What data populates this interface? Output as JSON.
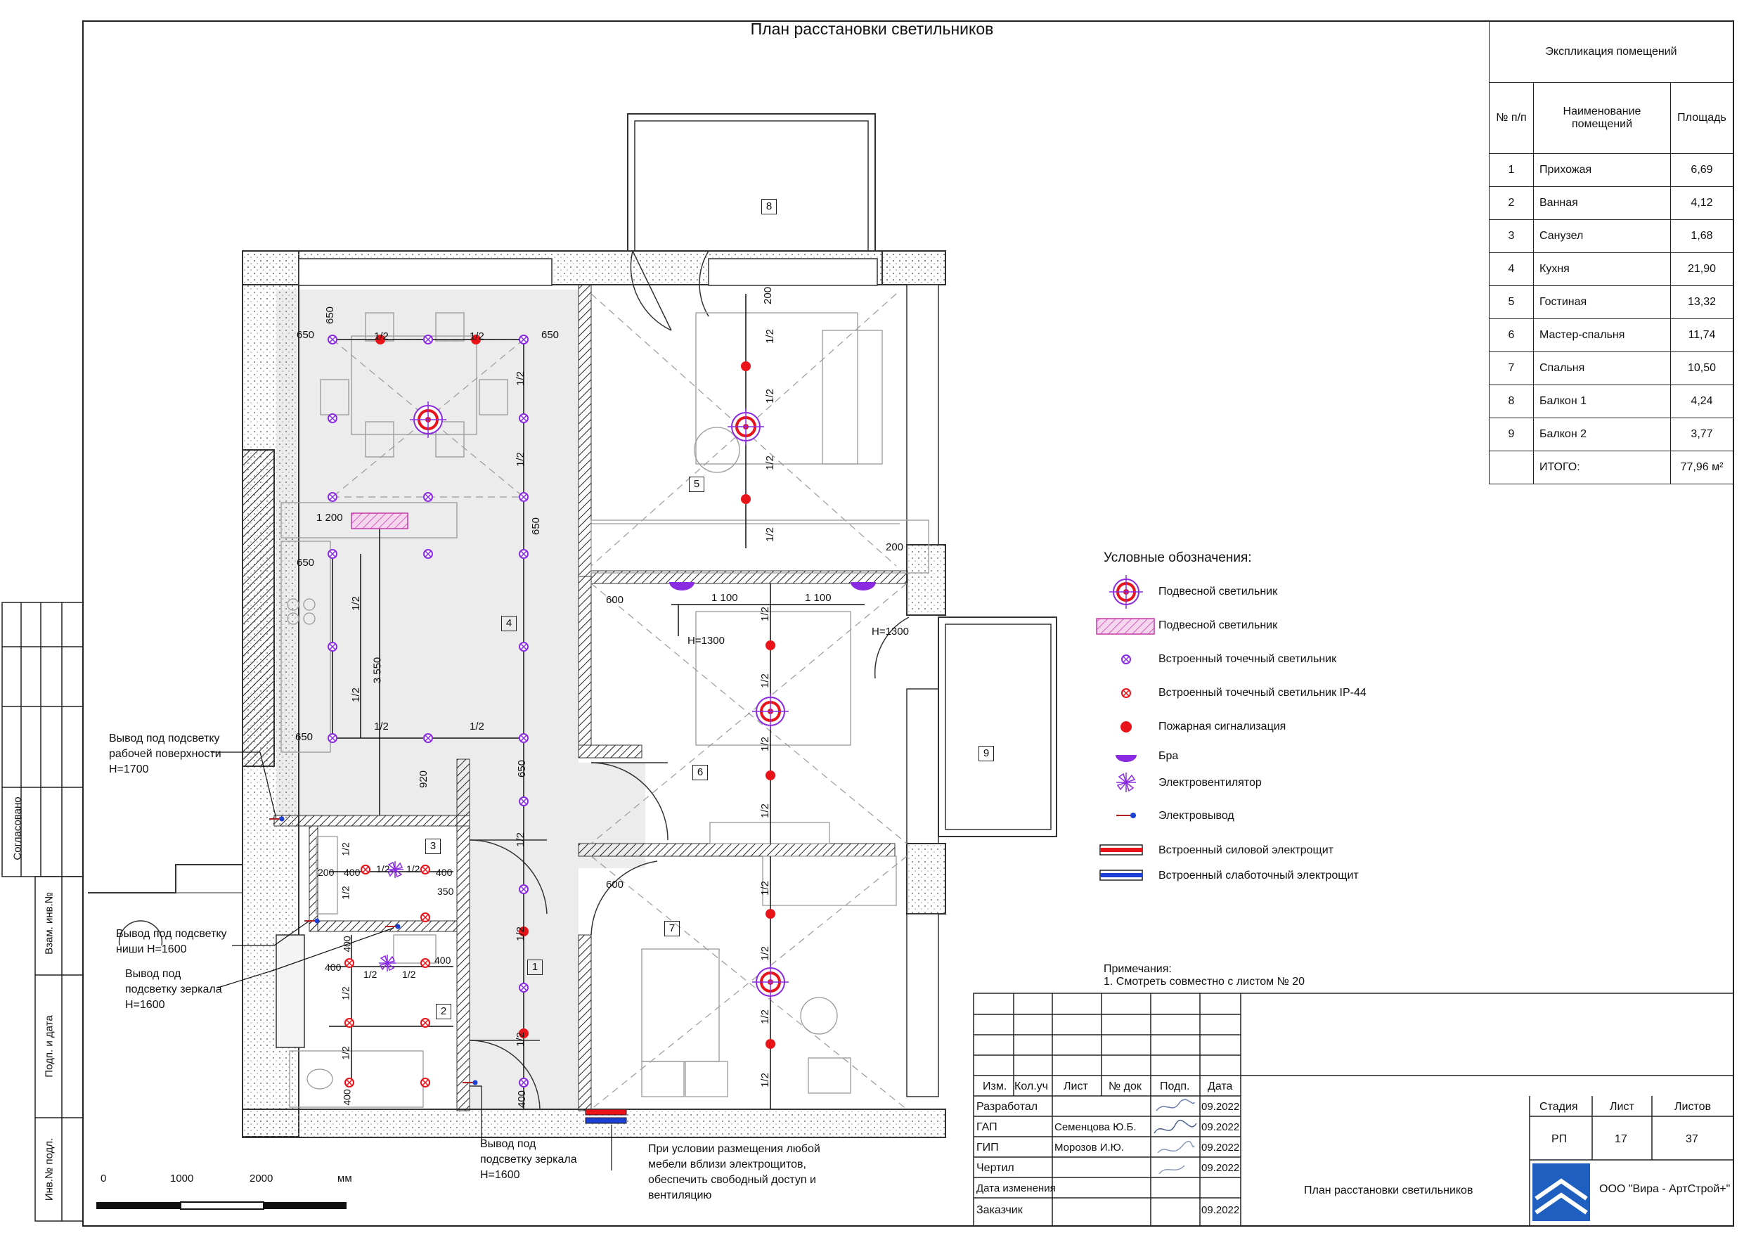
{
  "title": "План расстановки светильников",
  "explication": {
    "caption": "Экспликация помещений",
    "col_num": "№ п/п",
    "col_name": "Наименование помещений",
    "col_area": "Площадь",
    "rows": [
      {
        "n": "1",
        "name": "Прихожая",
        "area": "6,69"
      },
      {
        "n": "2",
        "name": "Ванная",
        "area": "4,12"
      },
      {
        "n": "3",
        "name": "Санузел",
        "area": "1,68"
      },
      {
        "n": "4",
        "name": "Кухня",
        "area": "21,90"
      },
      {
        "n": "5",
        "name": "Гостиная",
        "area": "13,32"
      },
      {
        "n": "6",
        "name": "Мастер-спальня",
        "area": "11,74"
      },
      {
        "n": "7",
        "name": "Спальня",
        "area": "10,50"
      },
      {
        "n": "8",
        "name": "Балкон 1",
        "area": "4,24"
      },
      {
        "n": "9",
        "name": "Балкон 2",
        "area": "3,77"
      }
    ],
    "total_label": "ИТОГО:",
    "total_area": "77,96 м²"
  },
  "legend": {
    "title": "Условные обозначения:",
    "items": [
      {
        "icon": "pendant-lamp-icon",
        "label": "Подвесной светильник"
      },
      {
        "icon": "pendant-linear-lamp-icon",
        "label": "Подвесной светильник"
      },
      {
        "icon": "recessed-spot-icon",
        "label": "Встроенный точечный светильник"
      },
      {
        "icon": "recessed-spot-ip44-icon",
        "label": "Встроенный точечный светильник IP-44"
      },
      {
        "icon": "fire-alarm-icon",
        "label": "Пожарная сигнализация"
      },
      {
        "icon": "wall-sconce-icon",
        "label": "Бра"
      },
      {
        "icon": "exhaust-fan-icon",
        "label": "Электровентилятор"
      },
      {
        "icon": "electrical-outlet-icon",
        "label": "Электровывод"
      },
      {
        "icon": "power-panel-icon",
        "label": "Встроенный силовой электрощит"
      },
      {
        "icon": "lowcurrent-panel-icon",
        "label": "Встроенный слаботочный электрощит"
      }
    ]
  },
  "notes": {
    "heading": "Примечания:",
    "line1": "1. Смотреть совместно с листом № 20"
  },
  "annotations": {
    "worktop_1": "Вывод под подсветку",
    "worktop_2": "рабочей поверхности",
    "worktop_3": "Н=1700",
    "niche_1": "Вывод под подсветку",
    "niche_2": "ниши Н=1600",
    "mirror_a1": "Вывод под",
    "mirror_a2": "подсветку зеркала",
    "mirror_a3": "Н=1600",
    "mirror_b1": "Вывод под",
    "mirror_b2": "подсветку зеркала",
    "mirror_b3": "Н=1600",
    "panel_1": "При условии размещения любой",
    "panel_2": "мебели вблизи электрощитов,",
    "panel_3": "обеспечить свободный доступ и",
    "panel_4": "вентиляцию"
  },
  "rooms": [
    "1",
    "2",
    "3",
    "4",
    "5",
    "6",
    "7",
    "8",
    "9"
  ],
  "dims": {
    "d650": "650",
    "d1_2": "1/2",
    "d1200": "1 200",
    "d200": "200",
    "d1100": "1 100",
    "d600": "600",
    "dH1300": "Н=1300",
    "d3550": "3 550",
    "d920": "920",
    "d400": "400",
    "d350": "350"
  },
  "scale_bar": {
    "t0": "0",
    "t1": "1000",
    "t2": "2000",
    "unit": "мм"
  },
  "side_stamp": {
    "agreed": "Согласовано",
    "inv_sub": "Взам. инв.№",
    "sign_date": "Подп. и дата",
    "inv_orig": "Инв.№ подл."
  },
  "stamp": {
    "h_izm": "Изм.",
    "h_kol": "Кол.уч",
    "h_list": "Лист",
    "h_ndok": "№ док",
    "h_podp": "Подп.",
    "h_data": "Дата",
    "r1_role": "Разработал",
    "r1_date": "09.2022",
    "r2_role": "ГАП",
    "r2_name": "Семенцова Ю.Б.",
    "r2_date": "09.2022",
    "r3_role": "ГИП",
    "r3_name": "Морозов И.Ю.",
    "r3_date": "09.2022",
    "r4_role": "Чертил",
    "r4_date": "09.2022",
    "r5_role": "Дата изменения",
    "r6_role": "Заказчик",
    "r6_date": "09.2022",
    "stage_h": "Стадия",
    "sheet_h": "Лист",
    "sheets_h": "Листов",
    "stage": "РП",
    "sheet": "17",
    "sheets": "37",
    "drawing_title": "План расстановки светильников",
    "company": "ООО \"Вира - АртСтрой+\""
  },
  "colors": {
    "spot": "#8a2be2",
    "red": "#e8141a",
    "pink": "#e98ad8",
    "blue": "#1b3fd0",
    "wall": "#333333"
  }
}
